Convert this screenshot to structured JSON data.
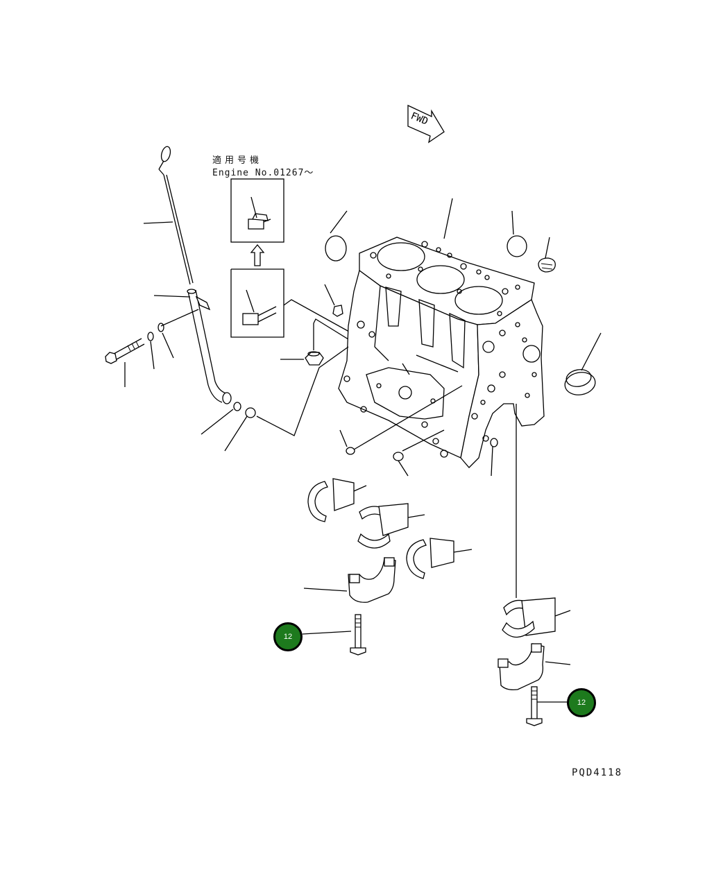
{
  "notes": {
    "applicable_japanese": "適用号機",
    "applicable_engine": "Engine No.01267～"
  },
  "fwd_label": "FWD",
  "drawing_code": "PQD4118",
  "callouts": [
    {
      "id": "callout-12-main-bolt",
      "label": "12"
    },
    {
      "id": "callout-12-rear-bolt",
      "label": "12"
    }
  ],
  "colors": {
    "callout_fill": "#1d7a1d",
    "line": "#000000"
  }
}
